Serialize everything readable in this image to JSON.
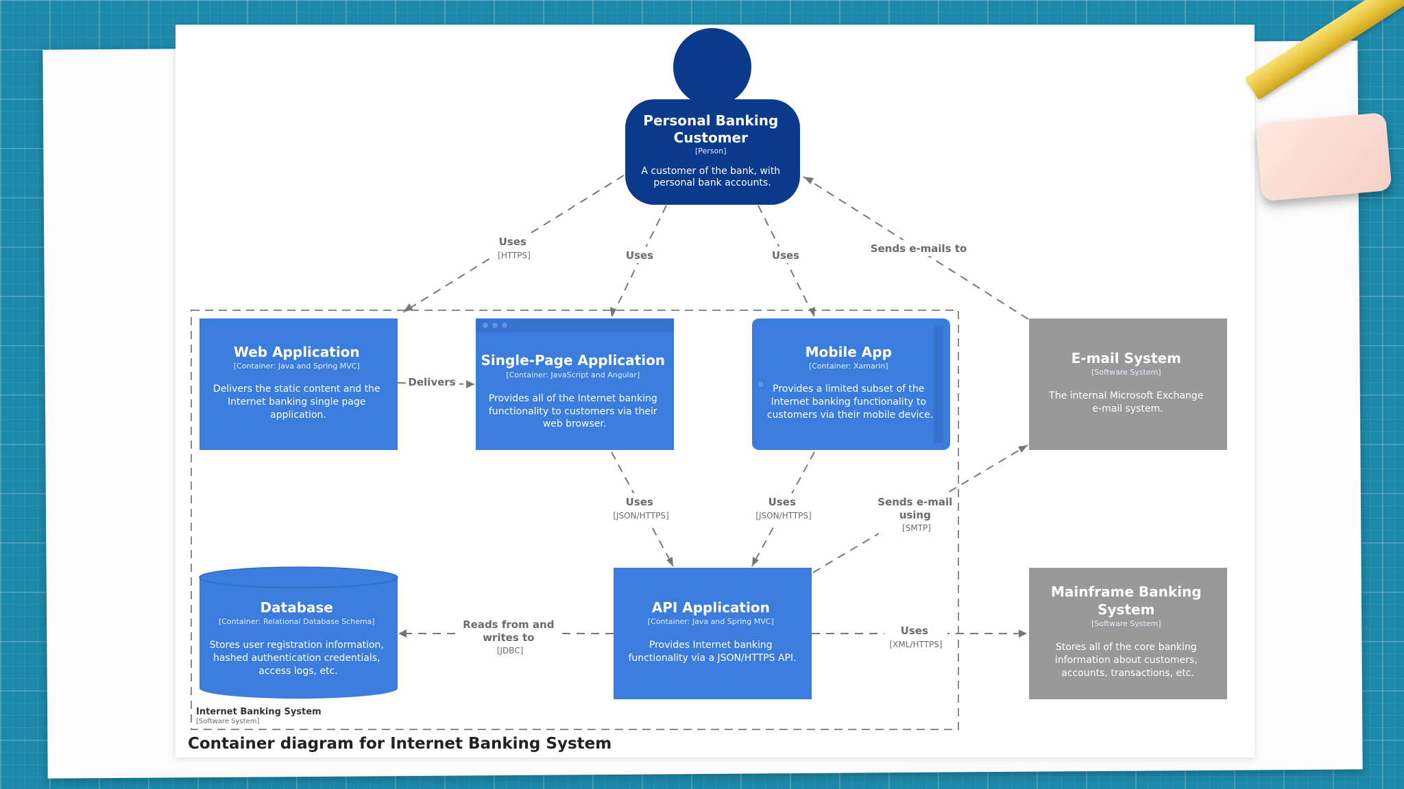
{
  "colors": {
    "person": "#0b3a8c",
    "container": "#3b7ddd",
    "external": "#999999",
    "edge": "#777777"
  },
  "nodes": {
    "customer": {
      "title_lines": [
        "Personal Banking",
        "Customer"
      ],
      "type": "[Person]",
      "desc_lines": [
        "A customer of the bank, with",
        "personal bank accounts."
      ]
    },
    "web_app": {
      "title_lines": [
        "Web Application"
      ],
      "type": "[Container: Java and Spring MVC]",
      "desc_lines": [
        "Delivers the static content and the",
        "Internet banking single page",
        "application."
      ]
    },
    "spa": {
      "title_lines": [
        "Single-Page Application"
      ],
      "type": "[Container: JavaScript and Angular]",
      "desc_lines": [
        "Provides all of the Internet banking",
        "functionality to customers via their",
        "web browser."
      ]
    },
    "mobile": {
      "title_lines": [
        "Mobile App"
      ],
      "type": "[Container: Xamarin]",
      "desc_lines": [
        "Provides a limited subset of the",
        "Internet banking functionality to",
        "customers via their mobile device."
      ]
    },
    "email": {
      "title_lines": [
        "E-mail System"
      ],
      "type": "[Software System]",
      "desc_lines": [
        "The internal Microsoft Exchange",
        "e-mail system."
      ]
    },
    "database": {
      "title_lines": [
        "Database"
      ],
      "type": "[Container: Relational Database Schema]",
      "desc_lines": [
        "Stores user registration information,",
        "hashed authentication credentials,",
        "access logs, etc."
      ]
    },
    "api": {
      "title_lines": [
        "API Application"
      ],
      "type": "[Container: Java and Spring MVC]",
      "desc_lines": [
        "Provides Internet banking",
        "functionality via a JSON/HTTPS API."
      ]
    },
    "mainframe": {
      "title_lines": [
        "Mainframe Banking",
        "System"
      ],
      "type": "[Software System]",
      "desc_lines": [
        "Stores all of the core banking",
        "information about customers,",
        "accounts, transactions, etc."
      ]
    }
  },
  "edges": {
    "cust_web": {
      "label_lines": [
        "Uses"
      ],
      "tech": "[HTTPS]"
    },
    "cust_spa": {
      "label_lines": [
        "Uses"
      ],
      "tech": ""
    },
    "cust_mobile": {
      "label_lines": [
        "Uses"
      ],
      "tech": ""
    },
    "email_cust": {
      "label_lines": [
        "Sends e-mails to"
      ],
      "tech": ""
    },
    "web_spa": {
      "label_lines": [
        "Delivers"
      ],
      "tech": ""
    },
    "spa_api": {
      "label_lines": [
        "Uses"
      ],
      "tech": "[JSON/HTTPS]"
    },
    "mobile_api": {
      "label_lines": [
        "Uses"
      ],
      "tech": "[JSON/HTTPS]"
    },
    "api_email": {
      "label_lines": [
        "Sends e-mail",
        "using"
      ],
      "tech": "[SMTP]"
    },
    "api_db": {
      "label_lines": [
        "Reads from and",
        "writes to"
      ],
      "tech": "[JDBC]"
    },
    "api_mainframe": {
      "label_lines": [
        "Uses"
      ],
      "tech": "[XML/HTTPS]"
    }
  },
  "boundary": {
    "label": "Internet Banking System",
    "type": "[Software System]"
  },
  "caption": "Container diagram for Internet Banking System"
}
